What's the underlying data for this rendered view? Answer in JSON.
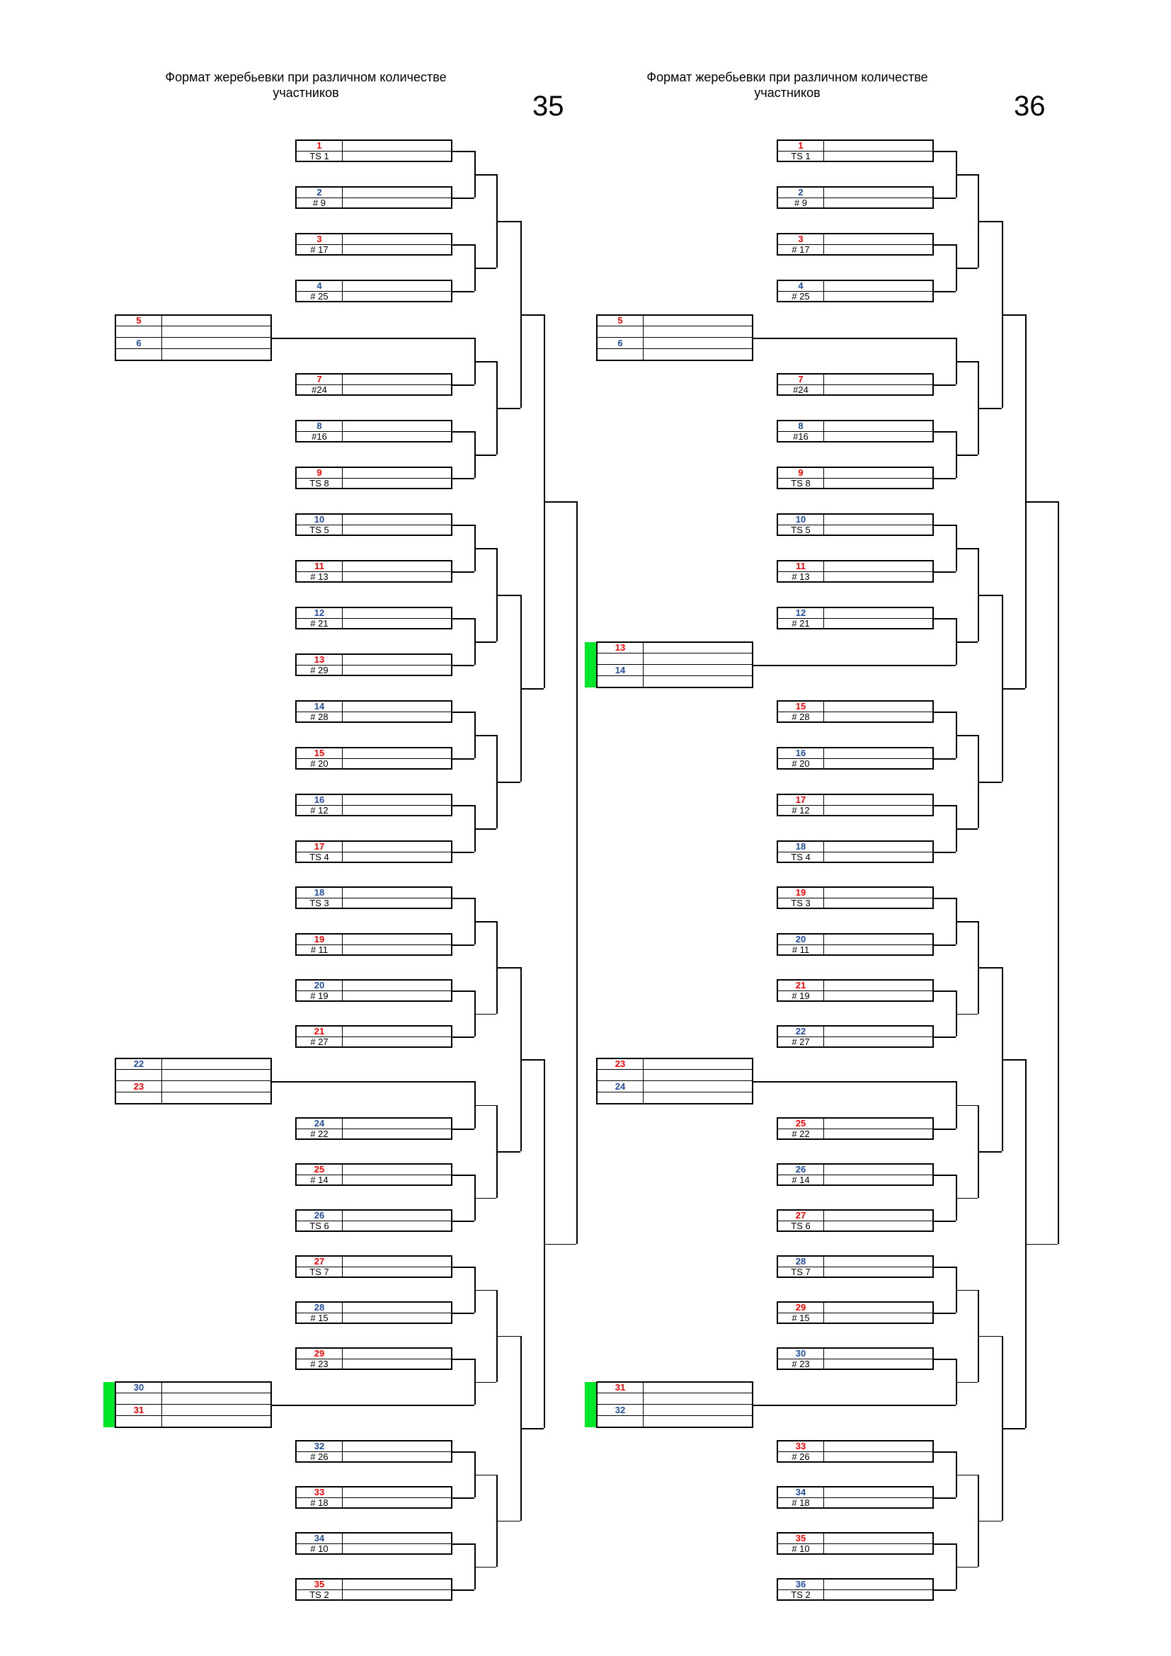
{
  "brackets": [
    {
      "title": "Формат жеребьевки при различном количестве участников",
      "number": "35",
      "slots": [
        {
          "num": "1",
          "seed": "TS 1"
        },
        {
          "num": "2",
          "seed": "# 9"
        },
        {
          "num": "3",
          "seed": "# 17"
        },
        {
          "num": "4",
          "seed": "# 25"
        },
        {
          "num": "7",
          "seed": "#24"
        },
        {
          "num": "8",
          "seed": "#16"
        },
        {
          "num": "9",
          "seed": "TS 8"
        },
        {
          "num": "10",
          "seed": "TS 5"
        },
        {
          "num": "11",
          "seed": "# 13"
        },
        {
          "num": "12",
          "seed": "# 21"
        },
        {
          "num": "13",
          "seed": "# 29"
        },
        {
          "num": "14",
          "seed": "# 28"
        },
        {
          "num": "15",
          "seed": "# 20"
        },
        {
          "num": "16",
          "seed": "# 12"
        },
        {
          "num": "17",
          "seed": "TS 4"
        },
        {
          "num": "18",
          "seed": "TS 3"
        },
        {
          "num": "19",
          "seed": "# 11"
        },
        {
          "num": "20",
          "seed": "# 19"
        },
        {
          "num": "21",
          "seed": "# 27"
        },
        {
          "num": "24",
          "seed": "# 22"
        },
        {
          "num": "25",
          "seed": "# 14"
        },
        {
          "num": "26",
          "seed": "TS 6"
        },
        {
          "num": "27",
          "seed": "TS 7"
        },
        {
          "num": "28",
          "seed": "# 15"
        },
        {
          "num": "29",
          "seed": "# 23"
        },
        {
          "num": "32",
          "seed": "#  26"
        },
        {
          "num": "33",
          "seed": "# 18"
        },
        {
          "num": "34",
          "seed": "# 10"
        },
        {
          "num": "35",
          "seed": "TS 2"
        }
      ],
      "prelims": [
        {
          "a": "5",
          "b": "6",
          "highlight": false
        },
        {
          "a": "22",
          "b": "23",
          "highlight": false
        },
        {
          "a": "30",
          "b": "31",
          "highlight": true
        }
      ]
    },
    {
      "title": "Формат жеребьевки при различном количестве участников",
      "number": "36",
      "slots": [
        {
          "num": "1",
          "seed": "TS 1"
        },
        {
          "num": "2",
          "seed": "# 9"
        },
        {
          "num": "3",
          "seed": "# 17"
        },
        {
          "num": "4",
          "seed": "# 25"
        },
        {
          "num": "7",
          "seed": "#24"
        },
        {
          "num": "8",
          "seed": "#16"
        },
        {
          "num": "9",
          "seed": "TS 8"
        },
        {
          "num": "10",
          "seed": "TS 5"
        },
        {
          "num": "11",
          "seed": "# 13"
        },
        {
          "num": "12",
          "seed": "# 21"
        },
        {
          "num": "15",
          "seed": "# 28"
        },
        {
          "num": "16",
          "seed": "# 20"
        },
        {
          "num": "17",
          "seed": "# 12"
        },
        {
          "num": "18",
          "seed": "TS 4"
        },
        {
          "num": "19",
          "seed": "TS 3"
        },
        {
          "num": "20",
          "seed": "# 11"
        },
        {
          "num": "21",
          "seed": "# 19"
        },
        {
          "num": "22",
          "seed": "# 27"
        },
        {
          "num": "25",
          "seed": "# 22"
        },
        {
          "num": "26",
          "seed": "# 14"
        },
        {
          "num": "27",
          "seed": "TS 6"
        },
        {
          "num": "28",
          "seed": "TS 7"
        },
        {
          "num": "29",
          "seed": "# 15"
        },
        {
          "num": "30",
          "seed": "# 23"
        },
        {
          "num": "33",
          "seed": "#  26"
        },
        {
          "num": "34",
          "seed": "# 18"
        },
        {
          "num": "35",
          "seed": "# 10"
        },
        {
          "num": "36",
          "seed": "TS 2"
        }
      ],
      "prelims": [
        {
          "a": "5",
          "b": "6",
          "highlight": false
        },
        {
          "a": "13",
          "b": "14",
          "highlight": true
        },
        {
          "a": "23",
          "b": "24",
          "highlight": false
        },
        {
          "a": "31",
          "b": "32",
          "highlight": true
        }
      ]
    }
  ],
  "colors": {
    "odd_number": "#ff0000",
    "even_number": "#1f4e9e",
    "highlight": "#00e62a"
  }
}
